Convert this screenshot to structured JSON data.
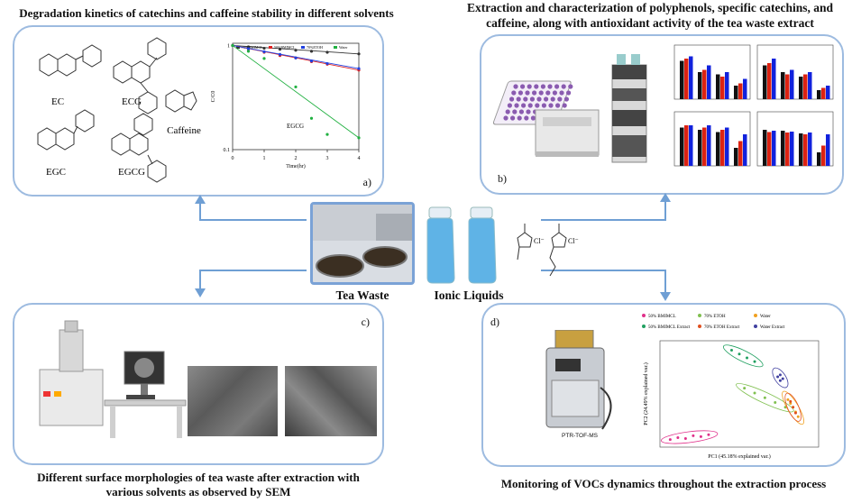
{
  "titles": {
    "a": "Degradation kinetics of catechins and caffeine stability in different solvents",
    "b": "Extraction and characterization of polyphenols, specific catechins, and caffeine, along with antioxidant activity of the tea waste extract",
    "c": "Different surface morphologies of tea waste after extraction with various solvents as observed by SEM",
    "d": "Monitoring of VOCs dynamics throughout the extraction process"
  },
  "panel_labels": {
    "a": "a)",
    "b": "b)",
    "c": "c)",
    "d": "d)"
  },
  "molecules": {
    "ec": "EC",
    "ecg": "ECG",
    "caffeine": "Caffeine",
    "egc": "EGC",
    "egcg": "EGCG"
  },
  "center": {
    "tea_waste": "Tea Waste",
    "ionic_liquids": "Ionic Liquids"
  },
  "ptr_label": "PTR-TOF-MS",
  "colors": {
    "border": "#9dbbe0",
    "arrow": "#6f9fd4"
  },
  "chart_data": [
    {
      "type": "line",
      "xlabel": "Time(hr)",
      "ylabel": "C/C0",
      "xticks": [
        "0",
        "1",
        "2",
        "3",
        "4"
      ],
      "yticks": [
        "1",
        "0.1"
      ],
      "ylog": true,
      "annotation": "EGCG",
      "series": [
        {
          "name": "70%BMIMCL",
          "color": "#333333",
          "x": [
            0,
            0.5,
            1,
            1.5,
            2,
            2.5,
            3,
            4
          ],
          "y": [
            1,
            0.97,
            0.94,
            0.92,
            0.9,
            0.88,
            0.86,
            0.83
          ]
        },
        {
          "name": "50%BMIMCL",
          "color": "#e02020",
          "x": [
            0,
            0.5,
            1,
            1.5,
            2,
            2.5,
            3,
            4
          ],
          "y": [
            1,
            0.92,
            0.86,
            0.8,
            0.76,
            0.7,
            0.66,
            0.58
          ]
        },
        {
          "name": "70%ETOH",
          "color": "#2040e0",
          "x": [
            0,
            0.5,
            1,
            1.5,
            2,
            2.5,
            3,
            4
          ],
          "y": [
            1,
            0.93,
            0.87,
            0.82,
            0.76,
            0.71,
            0.67,
            0.6
          ]
        },
        {
          "name": "Water",
          "color": "#20b040",
          "x": [
            0,
            0.5,
            1,
            2,
            2.5,
            3,
            4
          ],
          "y": [
            1,
            0.88,
            0.75,
            0.4,
            0.2,
            0.14,
            0.13
          ]
        }
      ]
    },
    {
      "type": "scatter",
      "xlabel": "PC1 (45.18% explained var.)",
      "ylabel": "PC2 (24.49% explained var.)",
      "legend": [
        {
          "name": "50% BMIMCL",
          "color": "#e0308a"
        },
        {
          "name": "70% ETOH",
          "color": "#80c050"
        },
        {
          "name": "Water",
          "color": "#f0a020"
        },
        {
          "name": "50% BMIMCL Extract",
          "color": "#20a060"
        },
        {
          "name": "70% ETOH Extract",
          "color": "#e05020"
        },
        {
          "name": "Water Extract",
          "color": "#4040a0"
        }
      ],
      "series": [
        {
          "name": "50% BMIMCL",
          "color": "#e0308a",
          "x": [
            -2.8,
            -2.5,
            -2.2,
            -1.9,
            -1.6,
            -1.3
          ],
          "y": [
            -2.4,
            -2.3,
            -2.35,
            -2.2,
            -2.25,
            -2.15
          ]
        },
        {
          "name": "70% ETOH",
          "color": "#80c050",
          "x": [
            0.1,
            0.5,
            0.9,
            1.3,
            1.7
          ],
          "y": [
            0.3,
            0.05,
            -0.2,
            -0.45,
            -0.7
          ]
        },
        {
          "name": "Water",
          "color": "#f0a020",
          "x": [
            1.8,
            1.9,
            2.0,
            2.1,
            2.2
          ],
          "y": [
            -0.3,
            -0.5,
            -0.7,
            -0.95,
            -1.2
          ]
        },
        {
          "name": "50% BMIMCL Extract",
          "color": "#20a060",
          "x": [
            -0.4,
            -0.1,
            0.2,
            0.5
          ],
          "y": [
            2.3,
            2.1,
            1.9,
            1.7
          ]
        },
        {
          "name": "70% ETOH Extract",
          "color": "#e05020",
          "x": [
            1.9,
            2.0,
            2.1
          ],
          "y": [
            -0.4,
            -0.7,
            -1.0
          ]
        },
        {
          "name": "Water Extract",
          "color": "#4040a0",
          "x": [
            1.4,
            1.5,
            1.6,
            1.5
          ],
          "y": [
            0.9,
            1.0,
            0.8,
            0.7
          ]
        }
      ]
    }
  ]
}
